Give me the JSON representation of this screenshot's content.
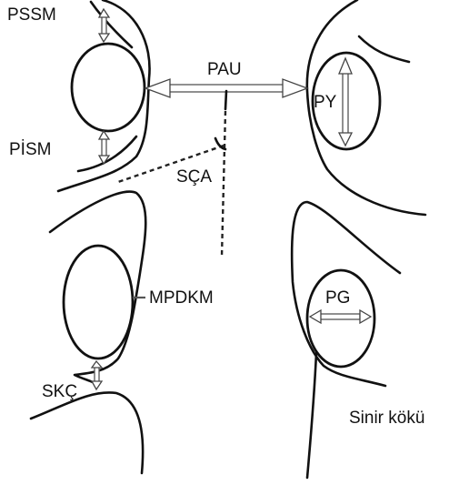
{
  "labels": {
    "pssm": "PSSM",
    "pism": "PİSM",
    "pau": "PAU",
    "py": "PY",
    "sca": "SÇA",
    "mpdkm": "MPDKM",
    "pg": "PG",
    "skc": "SKÇ",
    "sinir_koku": "Sinir kökü"
  },
  "colors": {
    "line": "#111111",
    "arrow": "#555555",
    "background": "#ffffff"
  }
}
